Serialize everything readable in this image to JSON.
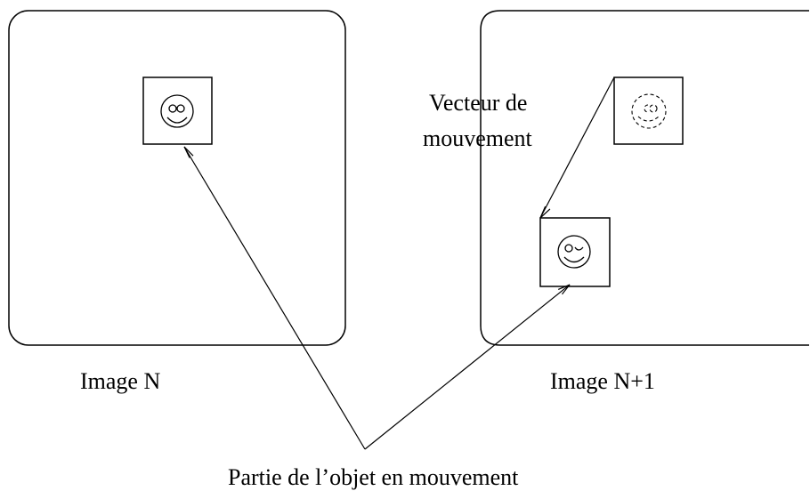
{
  "labels": {
    "image_n": "Image N",
    "image_n1": "Image N+1",
    "vector_line1": "Vecteur de",
    "vector_line2": "mouvement",
    "moving_part": "Partie de l’objet en mouvement"
  },
  "colors": {
    "stroke": "#000000",
    "background": "#ffffff"
  },
  "icons": {
    "face_original": "smiley-face-icon",
    "face_ghost": "dashed-smiley-face-icon",
    "face_moved": "winking-smiley-face-icon"
  }
}
